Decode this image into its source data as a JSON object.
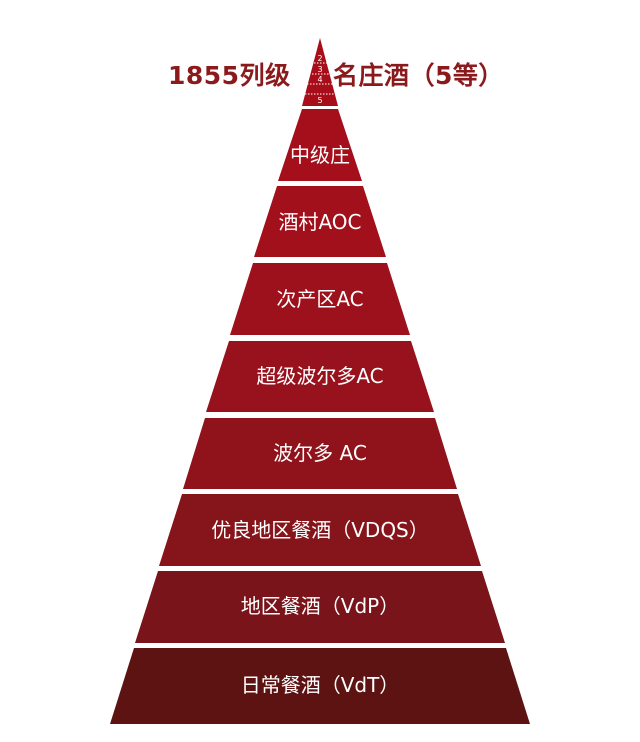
{
  "title": {
    "left": "1855列级",
    "right": "名庄酒（5等）"
  },
  "apex_numbers": [
    "2",
    "3",
    "4",
    "5"
  ],
  "tiers": [
    {
      "label": "中级庄",
      "color": "#a50f1b"
    },
    {
      "label": "酒村AOC",
      "color": "#a2101c"
    },
    {
      "label": "次产区AC",
      "color": "#9c111c"
    },
    {
      "label": "超级波尔多AC",
      "color": "#97121c"
    },
    {
      "label": "波尔多 AC",
      "color": "#90131c"
    },
    {
      "label": "优良地区餐酒（VDQS）",
      "color": "#85141b"
    },
    {
      "label": "地区餐酒（VdP）",
      "color": "#78141a"
    },
    {
      "label": "日常餐酒（VdT）",
      "color": "#5e1313"
    }
  ],
  "colors": {
    "apex": "#a80e1a",
    "title": "#8a1a1c",
    "divider": "#ffffff"
  }
}
